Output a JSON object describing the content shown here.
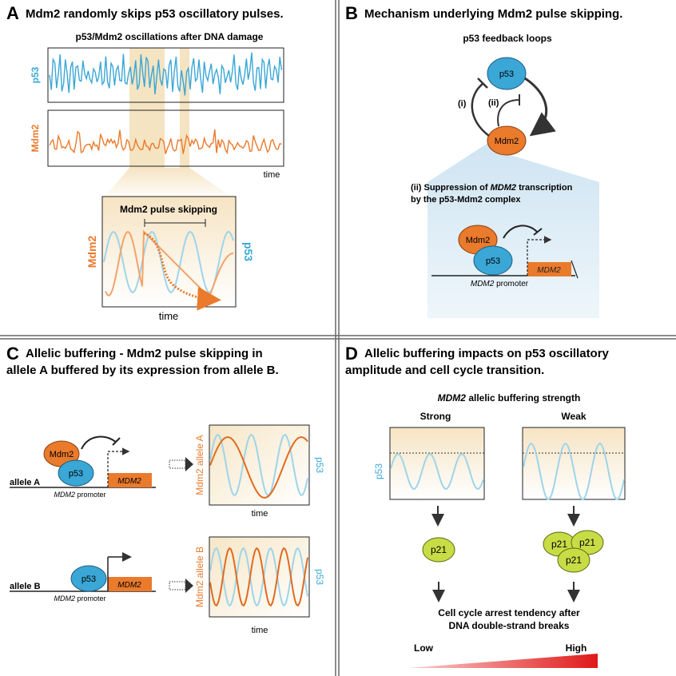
{
  "colors": {
    "p53": "#3aa7d6",
    "mdm2": "#ea7a2c",
    "p21": "#c8dc46",
    "shade": "#f5e4c2",
    "grad_red": "#e02020",
    "divider": "#555555"
  },
  "panel_a": {
    "letter": "A",
    "title": "Mdm2 randomly skips p53 oscillatory pulses.",
    "chart_title": "p53/Mdm2 oscillations after DNA damage",
    "p53_label": "p53",
    "mdm2_label": "Mdm2",
    "time_label": "time",
    "zoom_title": "Mdm2 pulse skipping",
    "zoom_mdm2_label": "Mdm2",
    "zoom_p53_label": "p53",
    "zoom_time_label": "time"
  },
  "panel_b": {
    "letter": "B",
    "title": "Mechanism underlying Mdm2 pulse skipping.",
    "loops_title": "p53 feedback loops",
    "p53": "p53",
    "mdm2": "Mdm2",
    "loop_i": "(i)",
    "loop_ii": "(ii)",
    "suppress_prefix": "(ii) Suppression of ",
    "suppress_gene": "MDM2",
    "suppress_suffix": " transcription",
    "suppress_line2": "by the p53-Mdm2 complex",
    "gene_box": "MDM2",
    "promoter_gene": "MDM2",
    "promoter_word": " promoter"
  },
  "panel_c": {
    "letter": "C",
    "title_line1": "Allelic buffering - Mdm2 pulse skipping in",
    "title_line2": "allele A buffered by its expression from allele B.",
    "allele_a": "allele A",
    "allele_b": "allele B",
    "mdm2": "Mdm2",
    "p53": "p53",
    "gene_box": "MDM2",
    "promoter_gene": "MDM2",
    "promoter_word": " promoter",
    "chart_a_label": "Mdm2 allele A",
    "chart_b_label": "Mdm2 allele B",
    "p53_axis": "p53",
    "time_label": "time"
  },
  "panel_d": {
    "letter": "D",
    "title_line1": "Allelic buffering impacts on p53 oscillatory",
    "title_line2": "amplitude and cell cycle transition.",
    "subtitle_gene": "MDM2",
    "subtitle_rest": " allelic buffering strength",
    "strong": "Strong",
    "weak": "Weak",
    "p53_axis": "p53",
    "p21": "p21",
    "arrest_line1": "Cell cycle arrest tendency after",
    "arrest_line2": "DNA double-strand breaks",
    "low": "Low",
    "high": "High"
  }
}
